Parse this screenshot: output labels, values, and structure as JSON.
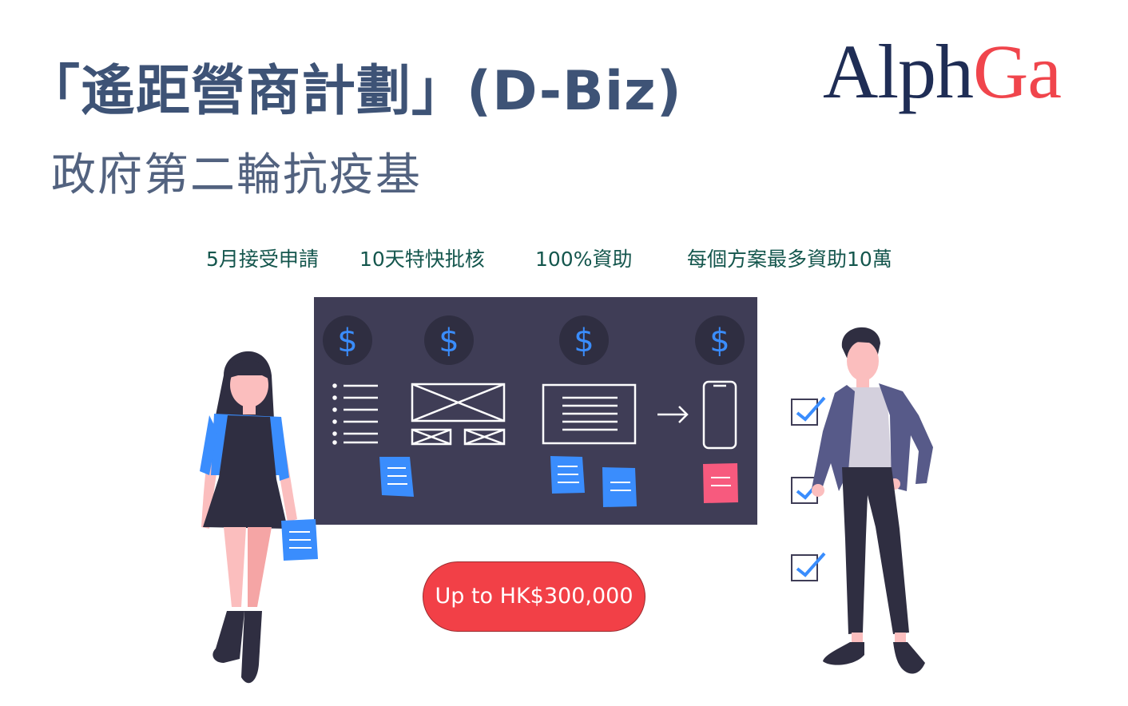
{
  "header": {
    "title": "「遙距營商計劃」(D-Biz)",
    "subtitle": "政府第二輪抗疫基"
  },
  "logo": {
    "part1": "Alph",
    "part2": "Ga",
    "color_primary": "#1f2d55",
    "color_accent": "#f0454c"
  },
  "features": [
    "5月接受申請",
    "10天特快批核",
    "100%資助",
    "每個方案最多資助10萬"
  ],
  "board": {
    "dollar_symbol": "$",
    "background": "#3f3d56",
    "icons": [
      "dollar-icon",
      "list-icon",
      "wireframe-icon",
      "document-icon",
      "arrow-right-icon",
      "phone-icon",
      "note-icon"
    ]
  },
  "cta": {
    "label": "Up to HK$300,000",
    "color": "#f24047"
  },
  "checklist": {
    "count": 3,
    "check_color": "#3a8dfd"
  },
  "colors": {
    "title": "#3e5376",
    "feature_text": "#14564d",
    "note_blue": "#3a8dfd",
    "note_pink": "#f75a7e"
  }
}
